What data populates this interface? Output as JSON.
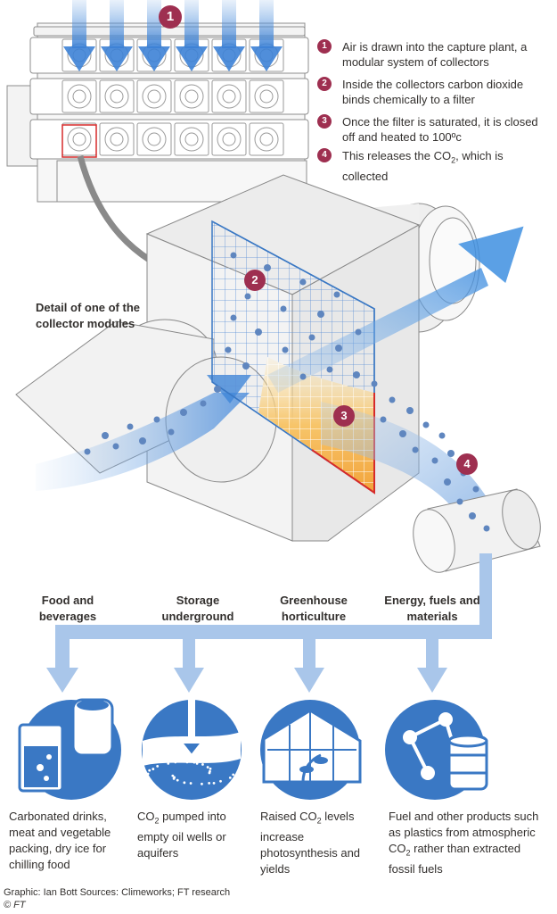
{
  "steps": [
    {
      "num": "1",
      "text": "Air is drawn into the capture plant, a modular system of collectors"
    },
    {
      "num": "2",
      "text": "Inside the collectors carbon dioxide binds chemically to a filter"
    },
    {
      "num": "3",
      "text": "Once the filter is saturated, it is closed off and heated to 100ºc"
    },
    {
      "num": "4",
      "text_pre": "This releases the CO",
      "sub": "2",
      "text_post": ", which is collected"
    }
  ],
  "detail_label": "Detail of one of the collector modules",
  "destinations": [
    {
      "title": "Food and beverages"
    },
    {
      "title": "Storage underground"
    },
    {
      "title": "Greenhouse horticulture"
    },
    {
      "title": "Energy, fuels and materials"
    }
  ],
  "descriptions": {
    "food": "Carbonated drinks, meat and vegetable packing, dry ice for chilling food",
    "storage_pre": "CO",
    "storage_sub": "2",
    "storage_post": " pumped into empty oil wells or aquifers",
    "greenhouse_pre": "Raised CO",
    "greenhouse_sub": "2",
    "greenhouse_post": " levels increase photosynthesis and yields",
    "energy_pre": "Fuel and other products such as plastics from atmospheric CO",
    "energy_sub": "2",
    "energy_post": " rather than extracted fossil fuels"
  },
  "credit": "Graphic: Ian Bott  Sources: Climeworks; FT research",
  "copyright": "© FT",
  "colors": {
    "accent": "#9e2f50",
    "blue": "#3a78c4",
    "light_blue": "#a9c6ea",
    "filter_red": "#d62a2a",
    "heat_orange": "#f2a33a"
  }
}
